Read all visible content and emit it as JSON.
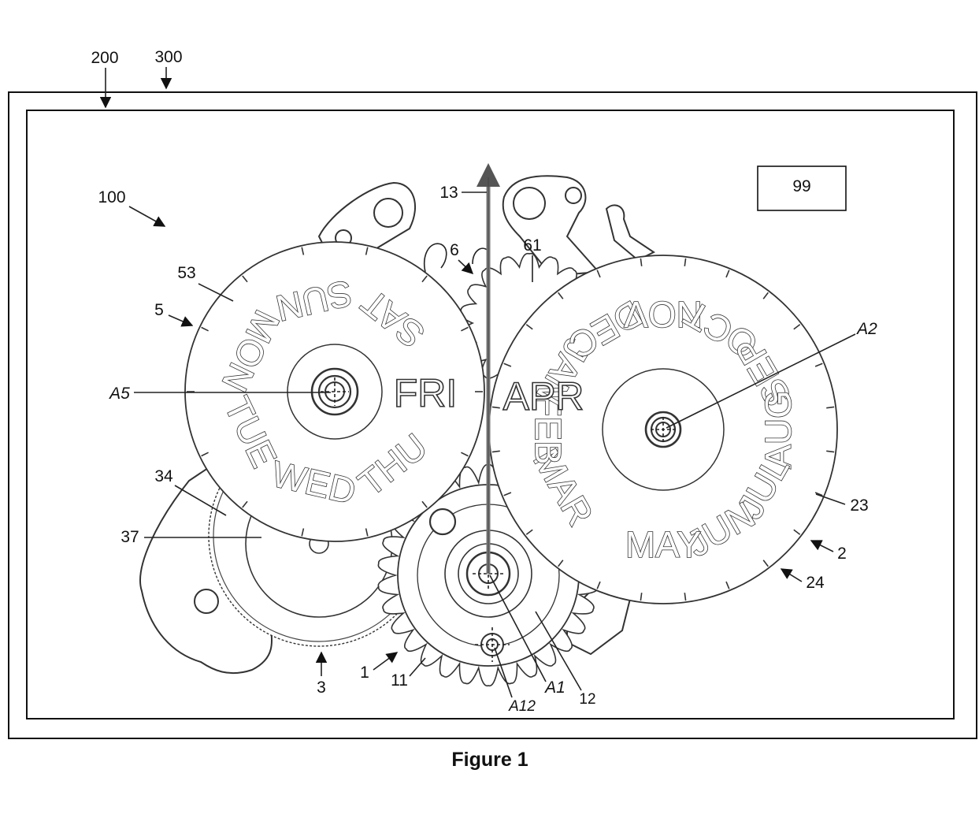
{
  "caption": "Figure 1",
  "box_label": "99",
  "labels": {
    "l200": "200",
    "l300": "300",
    "l100": "100",
    "l13": "13",
    "l6": "6",
    "l61": "61",
    "l53": "53",
    "l5": "5",
    "lA5": "A5",
    "lA2": "A2",
    "l34": "34",
    "l37": "37",
    "l23": "23",
    "l2": "2",
    "l24": "24",
    "l3": "3",
    "l1": "1",
    "l11": "11",
    "lA12": "A12",
    "lA1": "A1",
    "l12": "12"
  },
  "day_disc": {
    "current": "FRI",
    "days": [
      "SAT",
      "SUN",
      "MON",
      "TUE",
      "WED",
      "THU"
    ]
  },
  "month_disc": {
    "current": "APR",
    "months": [
      "MAR",
      "FEB",
      "JAN",
      "DEC",
      "NOV",
      "OCT",
      "SEP",
      "AUG",
      "JUL",
      "JUN",
      "MAY"
    ]
  }
}
